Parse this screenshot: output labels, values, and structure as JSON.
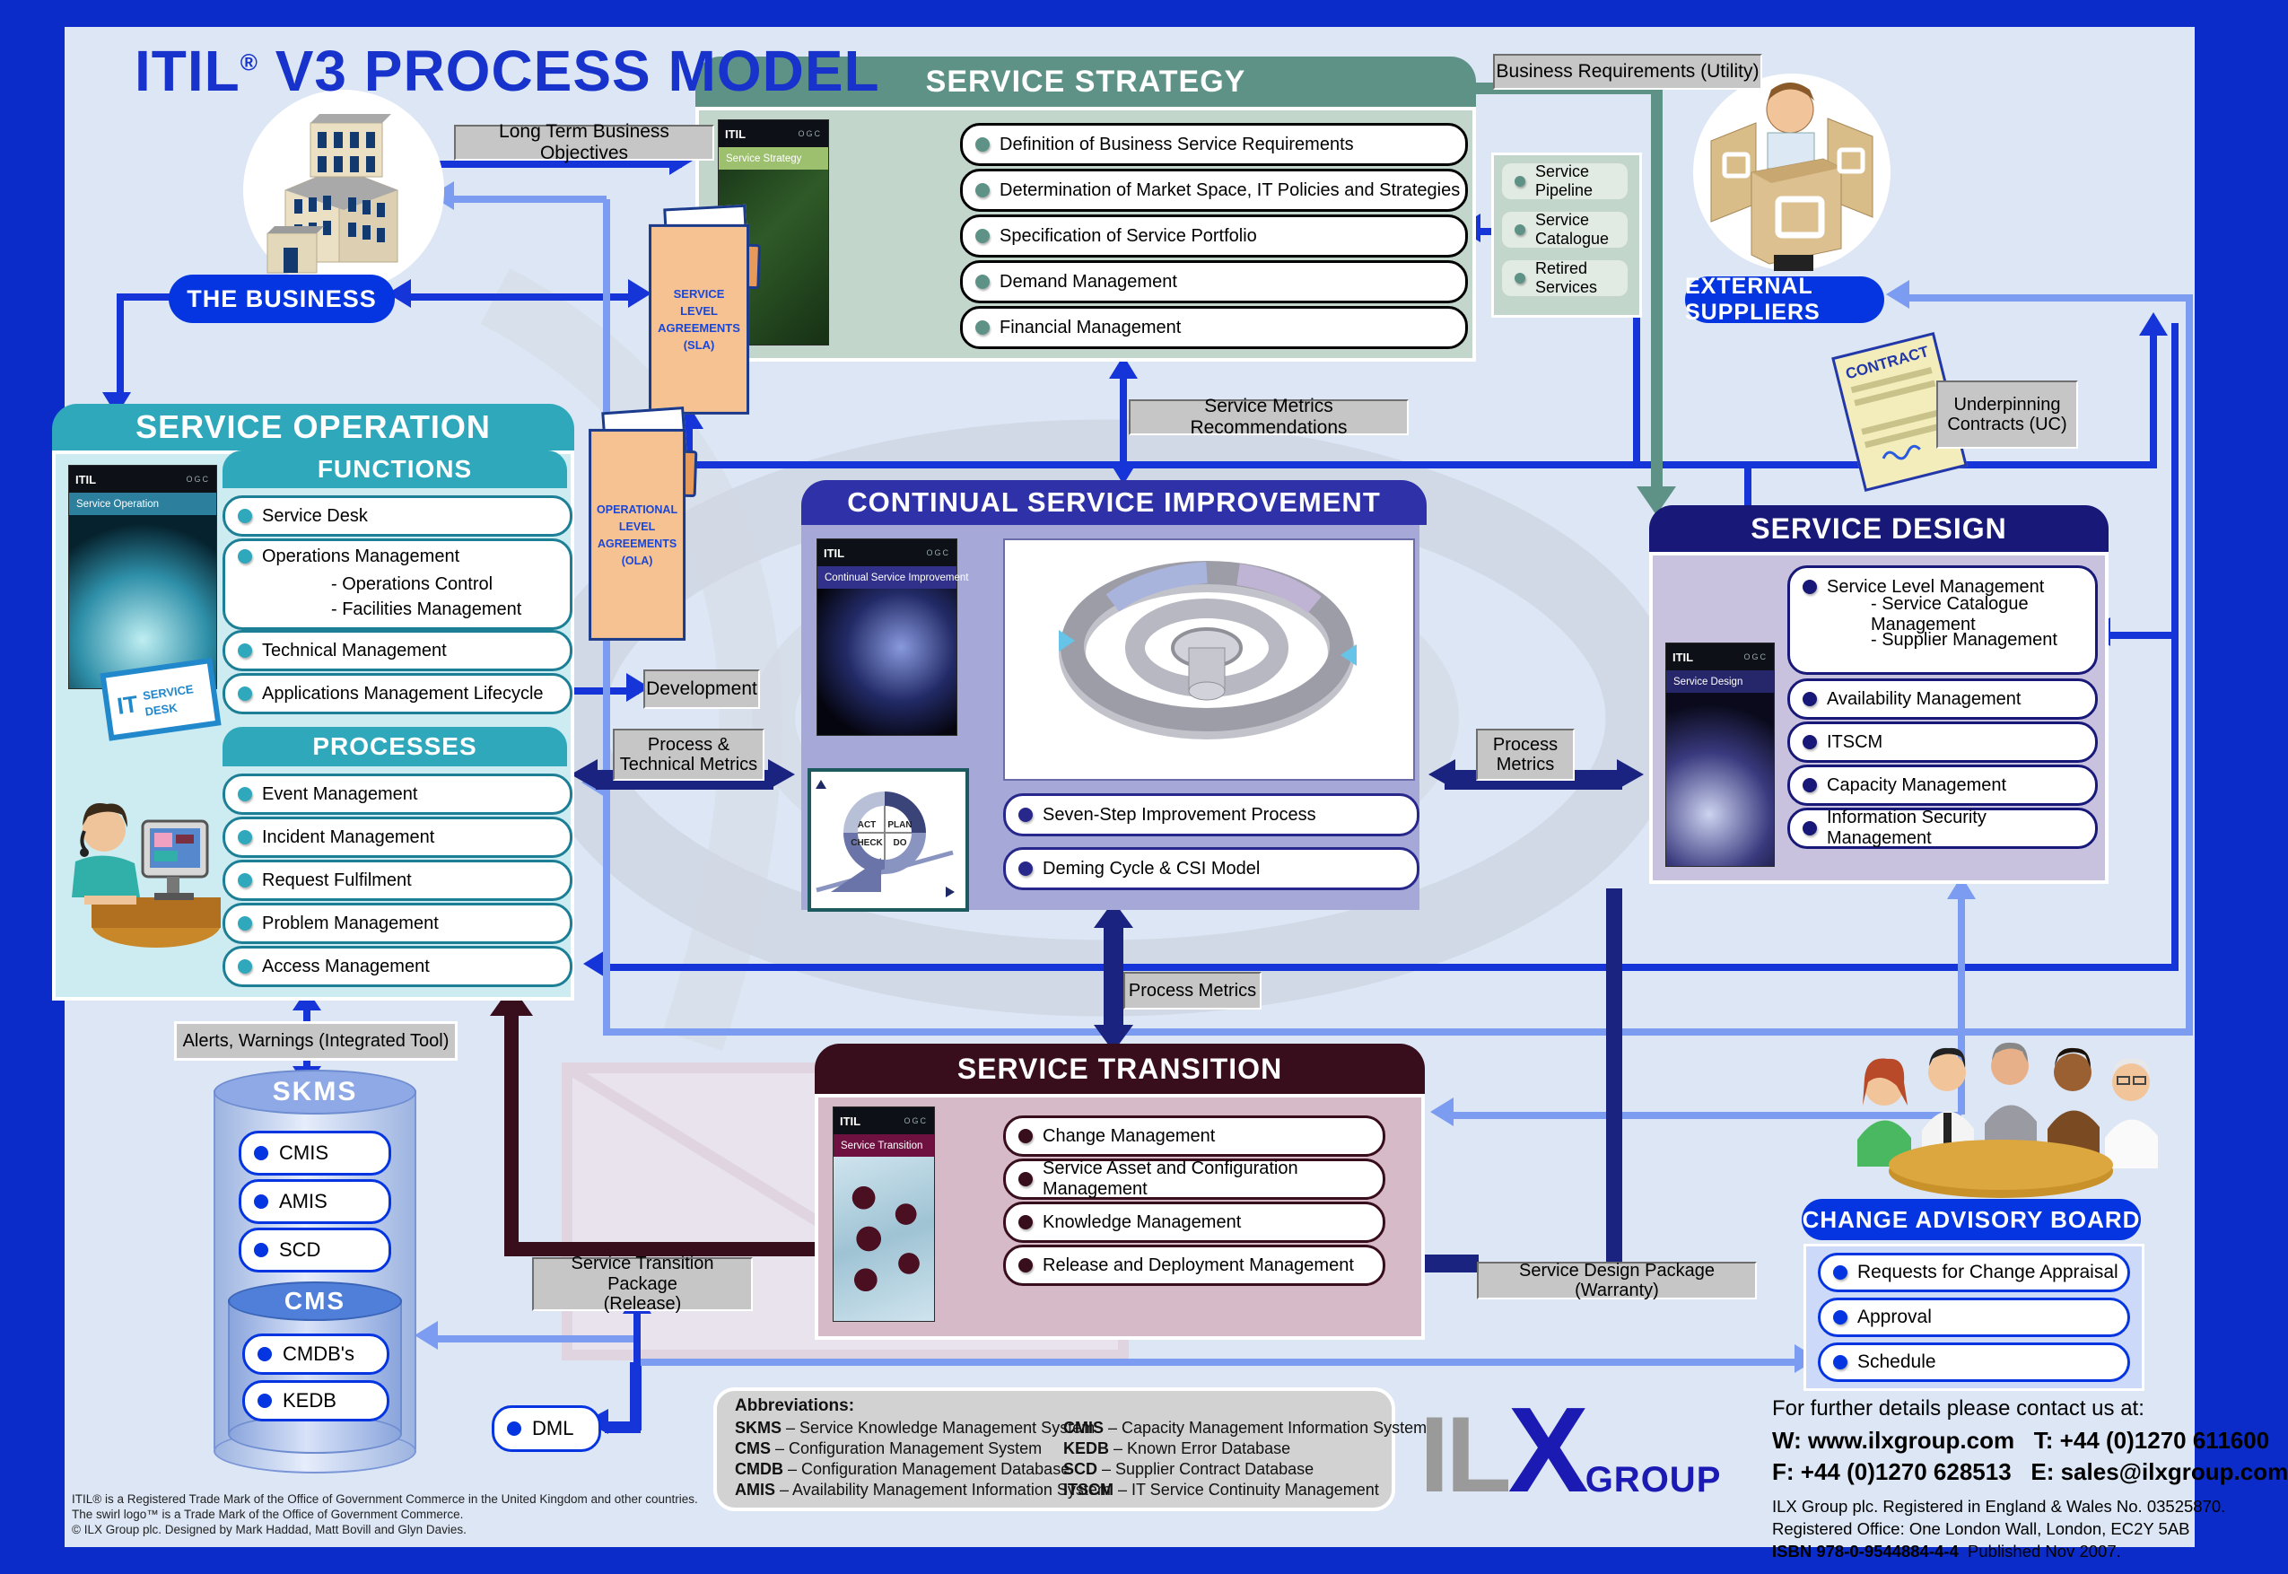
{
  "page": {
    "title_itil": "ITIL",
    "title_reg": "®",
    "title_rest": " V3 PROCESS MODEL"
  },
  "labels": {
    "long_term": "Long Term Business Objectives",
    "business_req": "Business Requirements (Utility)",
    "underpinning_1": "Underpinning",
    "underpinning_2": "Contracts (UC)",
    "service_metrics_reco": "Service Metrics Recommendations",
    "development": "Development",
    "ptm_1": "Process &",
    "ptm_2": "Technical Metrics",
    "pm_1": "Process",
    "pm_2": "Metrics",
    "process_metrics": "Process Metrics",
    "alerts": "Alerts, Warnings (Integrated Tool)",
    "stp_1": "Service Transition Package",
    "stp_2": "(Release)",
    "sdp": "Service Design Package (Warranty)",
    "contract": "CONTRACT",
    "the_business": "THE BUSINESS",
    "external_suppliers": "EXTERNAL SUPPLIERS"
  },
  "service_strategy": {
    "title": "SERVICE STRATEGY",
    "book": {
      "itil": "ITIL",
      "ogc": "OGC",
      "label": "Service Strategy"
    },
    "items": [
      "Definition of Business Service Requirements",
      "Determination of Market Space, IT Policies and Strategies",
      "Specification of Service Portfolio",
      "Demand Management",
      "Financial Management"
    ]
  },
  "pipeline": {
    "items": [
      "Service Pipeline",
      "Service Catalogue",
      "Retired Services"
    ]
  },
  "service_operation": {
    "title": "SERVICE OPERATION",
    "book": {
      "itil": "ITIL",
      "ogc": "OGC",
      "label": "Service Operation"
    },
    "functions_title": "FUNCTIONS",
    "func_1": "Service Desk",
    "func_2": "Operations Management",
    "func_2a": "- Operations Control",
    "func_2b": "- Facilities Management",
    "func_3": "Technical Management",
    "func_4": "Applications Management Lifecycle",
    "processes_title": "PROCESSES",
    "processes": [
      "Event Management",
      "Incident Management",
      "Request Fulfilment",
      "Problem Management",
      "Access Management"
    ],
    "desk_sign": "IT SERVICE DESK"
  },
  "csi": {
    "title": "CONTINUAL SERVICE IMPROVEMENT",
    "book": {
      "itil": "ITIL",
      "ogc": "OGC",
      "label": "Continual Service Improvement"
    },
    "items": [
      "Seven-Step Improvement Process",
      "Deming Cycle & CSI Model"
    ],
    "deming": {
      "act": "ACT",
      "plan": "PLAN",
      "check": "CHECK",
      "do": "DO"
    }
  },
  "service_design": {
    "title": "SERVICE DESIGN",
    "book": {
      "itil": "ITIL",
      "ogc": "OGC",
      "label": "Service Design"
    },
    "item_1": "Service Level Management",
    "item_1a": "- Service Catalogue Management",
    "item_1b": "- Supplier Management",
    "items": [
      "Availability Management",
      "ITSCM",
      "Capacity Management",
      "Information Security Management"
    ]
  },
  "service_transition": {
    "title": "SERVICE TRANSITION",
    "book": {
      "itil": "ITIL",
      "ogc": "OGC",
      "label": "Service Transition"
    },
    "items": [
      "Change Management",
      "Service Asset and Configuration Management",
      "Knowledge Management",
      "Release and Deployment Management"
    ]
  },
  "skms": {
    "title": "SKMS",
    "items": [
      "CMIS",
      "AMIS",
      "SCD"
    ],
    "cms_title": "CMS",
    "cms_items": [
      "CMDB's",
      "KEDB"
    ],
    "dml": "DML"
  },
  "cab": {
    "title": "CHANGE ADVISORY BOARD",
    "items": [
      "Requests for Change Appraisal",
      "Approval",
      "Schedule"
    ]
  },
  "sla": {
    "l1": "SERVICE",
    "l2": "LEVEL",
    "l3": "AGREEMENTS",
    "l4": "(SLA)"
  },
  "ola": {
    "l1": "OPERATIONAL",
    "l2": "LEVEL",
    "l3": "AGREEMENTS",
    "l4": "(OLA)"
  },
  "abbreviations": {
    "title": "Abbreviations:",
    "col1": [
      {
        "abbr": "SKMS",
        "text": " – Service Knowledge Management System"
      },
      {
        "abbr": "CMS",
        "text": " – Configuration Management System"
      },
      {
        "abbr": "CMDB",
        "text": " – Configuration Management Database"
      },
      {
        "abbr": "AMIS",
        "text": " – Availability Management Information System"
      }
    ],
    "col2": [
      {
        "abbr": "CMIS",
        "text": " – Capacity Management Information System"
      },
      {
        "abbr": "KEDB",
        "text": " – Known Error Database"
      },
      {
        "abbr": "SCD",
        "text": " – Supplier Contract Database"
      },
      {
        "abbr": "ITSCM",
        "text": " – IT Service Continuity Management"
      }
    ]
  },
  "logo": {
    "il": "IL",
    "x": "X",
    "group": "GROUP"
  },
  "contact": {
    "intro": "For further details please contact us at:",
    "line1": "W: www.ilxgroup.com   T: +44 (0)1270 611600",
    "line2": "F: +44 (0)1270 628513   E: sales@ilxgroup.com",
    "reg1": "ILX Group plc. Registered in England & Wales No. 03525870.",
    "reg2": "Registered Office: One London Wall, London, EC2Y 5AB",
    "isbn_bold": "ISBN 978-0-9544884-4-4",
    "isbn_rest": "  Published Nov 2007."
  },
  "footer": {
    "line1": "ITIL® is a Registered Trade Mark of the Office of Government Commerce in the United Kingdom and other countries.",
    "line2": "The swirl logo™ is a Trade Mark of the Office of Government Commerce.",
    "line3": "© ILX Group plc. Designed by Mark Haddad, Matt Bovill and Glyn Davies."
  },
  "colors": {
    "accent_blue": "#0435e0",
    "line_blue": "#1535d8",
    "light_blue": "#7b9cf0",
    "navy": "#1b2380",
    "teal": "#2fa8bc",
    "sea_green": "#5e9286",
    "indigo": "#2f31a8",
    "dark_navy": "#181878",
    "maroon": "#380d1c"
  }
}
